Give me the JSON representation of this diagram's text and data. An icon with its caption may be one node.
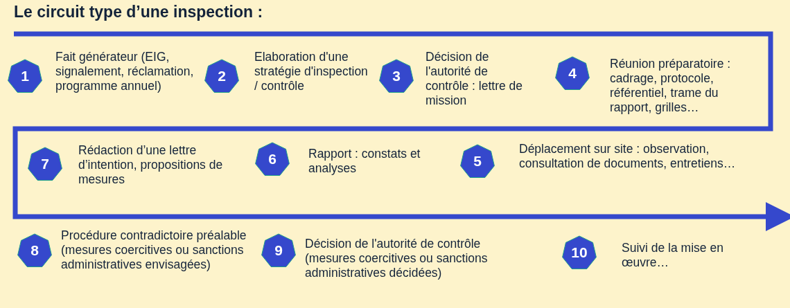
{
  "diagram": {
    "title": "Le circuit type d’une inspection :",
    "nodes": [
      {
        "text": [
          "1"
        ],
        "beside": [
          "Fait générateur (EIG, signalement, réclamation, programme annuel)"
        ]
      },
      {
        "text": [
          "2"
        ],
        "beside": [
          "Elaboration d'une stratégie d'inspection / contrôle"
        ]
      },
      {
        "text": [
          "3"
        ],
        "beside": [
          "Décision de l'autorité de contrôle : lettre de mission"
        ]
      },
      {
        "text": [
          "4"
        ],
        "beside": [
          "Réunion préparatoire : cadrage, protocole, référentiel, trame du rapport, grilles…"
        ]
      },
      {
        "text": [
          "7"
        ],
        "beside": [
          "Rédaction d’une lettre d’intention, propositions de mesures"
        ]
      },
      {
        "text": [
          "6"
        ],
        "beside": [
          "Rapport : constats et analyses"
        ]
      },
      {
        "text": [
          "5"
        ],
        "beside": [
          "Déplacement sur site : observation, consultation de documents, entretiens…"
        ]
      },
      {
        "text": [
          "8"
        ],
        "beside": [
          "Procédure contradictoire préalable (mesures coercitives ou sanctions administratives envisagées)"
        ]
      },
      {
        "text": [
          "9"
        ],
        "beside": [
          "Décision de l'autorité de contrôle (mesures coercitives ou sanctions administratives décidées)"
        ]
      },
      {
        "text": [
          "10"
        ],
        "beside": [
          "Suivi de la mise en œuvre…"
        ]
      }
    ]
  }
}
